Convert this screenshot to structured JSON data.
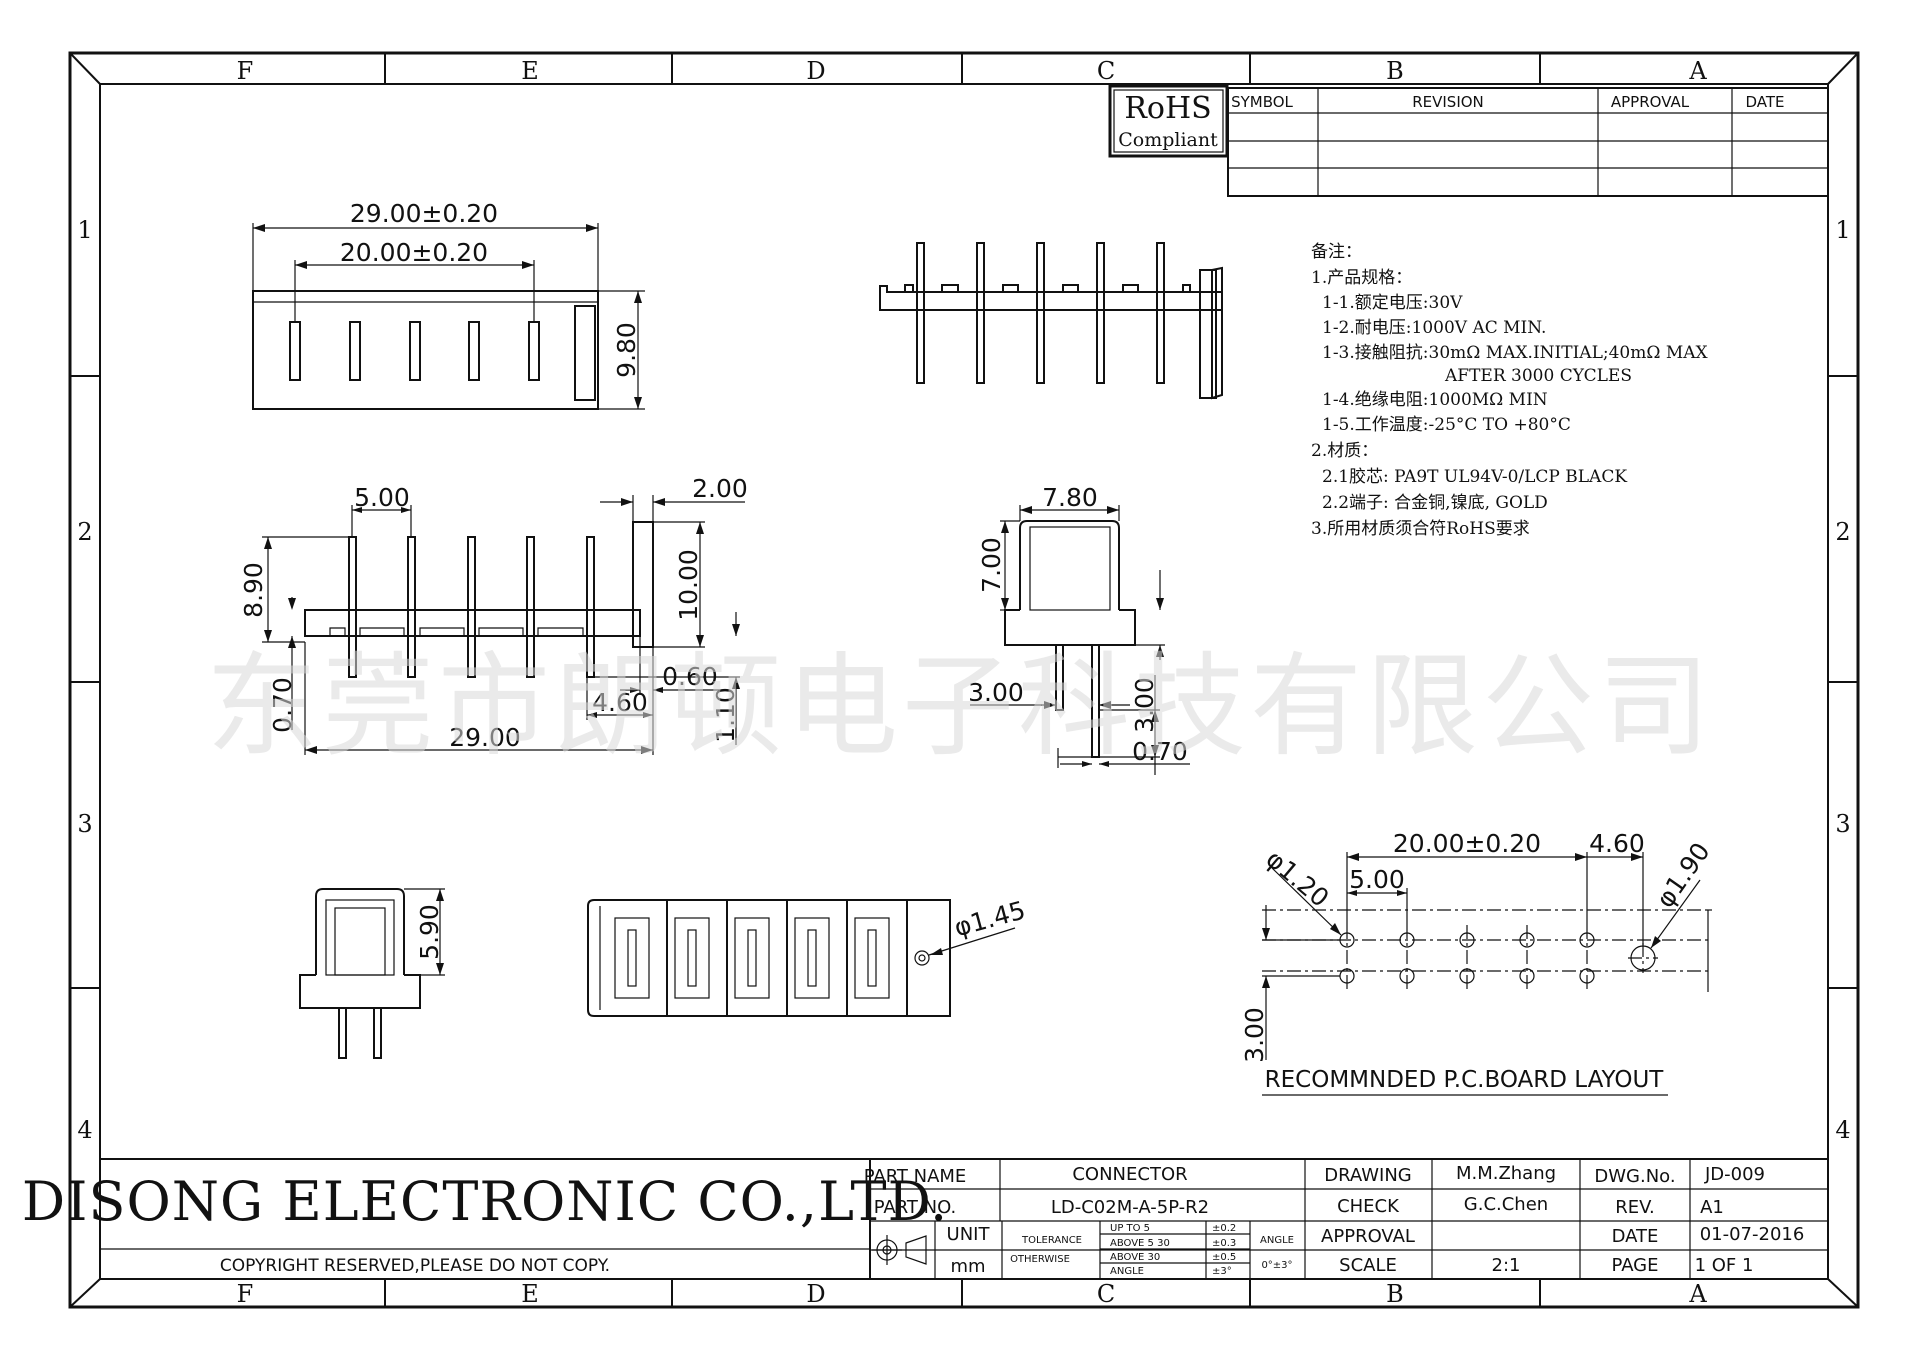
{
  "zones": {
    "columns": [
      "F",
      "E",
      "D",
      "C",
      "B",
      "A"
    ],
    "rows": [
      "1",
      "2",
      "3",
      "4"
    ]
  },
  "rohs": {
    "line1": "RoHS",
    "line2": "Compliant"
  },
  "revision_table": {
    "headers": [
      "SYMBOL",
      "REVISION",
      "APPROVAL",
      "DATE"
    ]
  },
  "dimensions": {
    "top_view": {
      "overall": "29.00±0.20",
      "pitch_span": "20.00±0.20",
      "height": "9.80"
    },
    "side_view": {
      "pitch": "5.00",
      "width": "2.00",
      "pin_above": "8.90",
      "housing_height": "10.00",
      "pin_below": "0.70",
      "offset": "0.60",
      "end_gap": "4.60",
      "length": "29.00",
      "tail": "1.10"
    },
    "end_view": {
      "width": "7.80",
      "height": "7.00",
      "pin_offset": "3.00",
      "tail": "3.00",
      "pin_thickness": "0.70"
    },
    "small_view": {
      "height": "5.90"
    },
    "bottom_view": {
      "hole": "φ1.45"
    },
    "pcb_layout": {
      "span": "20.00±0.20",
      "end": "4.60",
      "pitch": "5.00",
      "hole_small": "φ1.20",
      "hole_large": "φ1.90",
      "row": "3.00",
      "title": "RECOMMNDED P.C.BOARD LAYOUT"
    }
  },
  "notes": {
    "title": "备注：",
    "lines": [
      "1.产品规格：",
      "1-1.额定电压:30V",
      "1-2.耐电压:1000V AC MIN.",
      "1-3.接触阻抗:30mΩ MAX.INITIAL;40mΩ MAX",
      "AFTER 3000 CYCLES",
      "1-4.绝缘电阻:1000MΩ MIN",
      "1-5.工作温度:-25°C TO +80°C",
      "2.材质：",
      "2.1胶芯: PA9T UL94V-0/LCP BLACK",
      "2.2端子: 合金铜,镍底, GOLD",
      "3.所用材质须合符RoHS要求"
    ]
  },
  "watermark": "东莞市朗顿电子科技有限公司",
  "title_block": {
    "company": "DISONG ELECTRONIC CO.,LTD.",
    "copyright": "COPYRIGHT RESERVED,PLEASE DO NOT COPY.",
    "part_name_label": "PART NAME",
    "part_name": "CONNECTOR",
    "part_no_label": "PART NO.",
    "part_no": "LD-C02M-A-5P-R2",
    "unit_label": "UNIT",
    "unit": "mm",
    "tolerance_label": "TOLERANCE",
    "otherwise_label": "OTHERWISE",
    "up_to": "UP TO 5",
    "above_5": "ABOVE 5 30",
    "above_30": "ABOVE 30",
    "angle_label": "ANGLE",
    "tol1": "±0.2",
    "tol2": "±0.3",
    "tol3": "±0.5",
    "tol4": "±3°",
    "angle_col_label": "ANGLE",
    "angle_val": "0°±3°",
    "drawing_label": "DRAWING",
    "drawing": "M.M.Zhang",
    "check_label": "CHECK",
    "check": "G.C.Chen",
    "approval_label": "APPROVAL",
    "approval": "",
    "scale_label": "SCALE",
    "scale": "2:1",
    "dwg_no_label": "DWG.No.",
    "dwg_no": "JD-009",
    "rev_label": "REV.",
    "rev": "A1",
    "date_label": "DATE",
    "date": "01-07-2016",
    "page_label": "PAGE",
    "page": "1 OF 1"
  }
}
